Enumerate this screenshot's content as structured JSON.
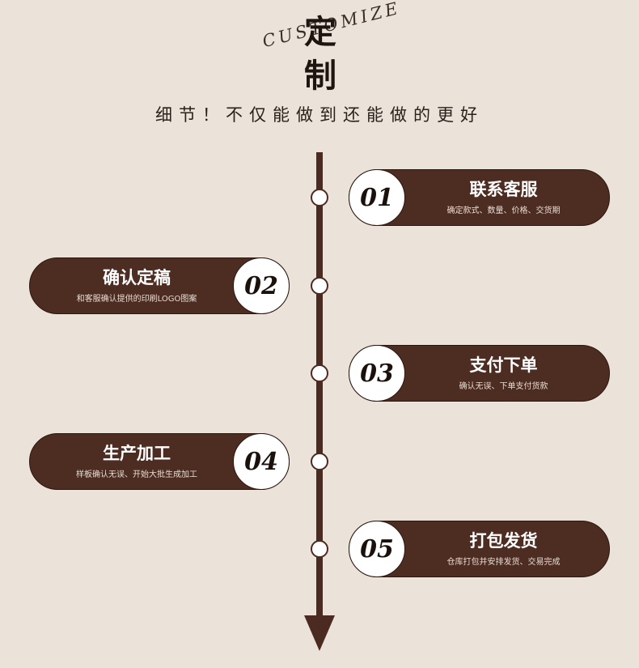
{
  "header": {
    "title_char_1": "定",
    "title_char_2": "制",
    "title_en": "CUSTOMIZE",
    "subtitle": "细节！不仅能做到还能做的更好"
  },
  "colors": {
    "background": "#ebe3d9",
    "card": "#4d2c22",
    "timeline": "#4b2b21",
    "text_dark": "#1e1410"
  },
  "steps": [
    {
      "num": "01",
      "title": "联系客服",
      "desc": "确定款式、数量、价格、交货期",
      "side": "right"
    },
    {
      "num": "02",
      "title": "确认定稿",
      "desc": "和客服确认提供的印刷LOGO图案",
      "side": "left"
    },
    {
      "num": "03",
      "title": "支付下单",
      "desc": "确认无误、下单支付货款",
      "side": "right"
    },
    {
      "num": "04",
      "title": "生产加工",
      "desc": "样板确认无误、开始大批生成加工",
      "side": "left"
    },
    {
      "num": "05",
      "title": "打包发货",
      "desc": "仓库打包并安排发货、交易完成",
      "side": "right"
    }
  ]
}
